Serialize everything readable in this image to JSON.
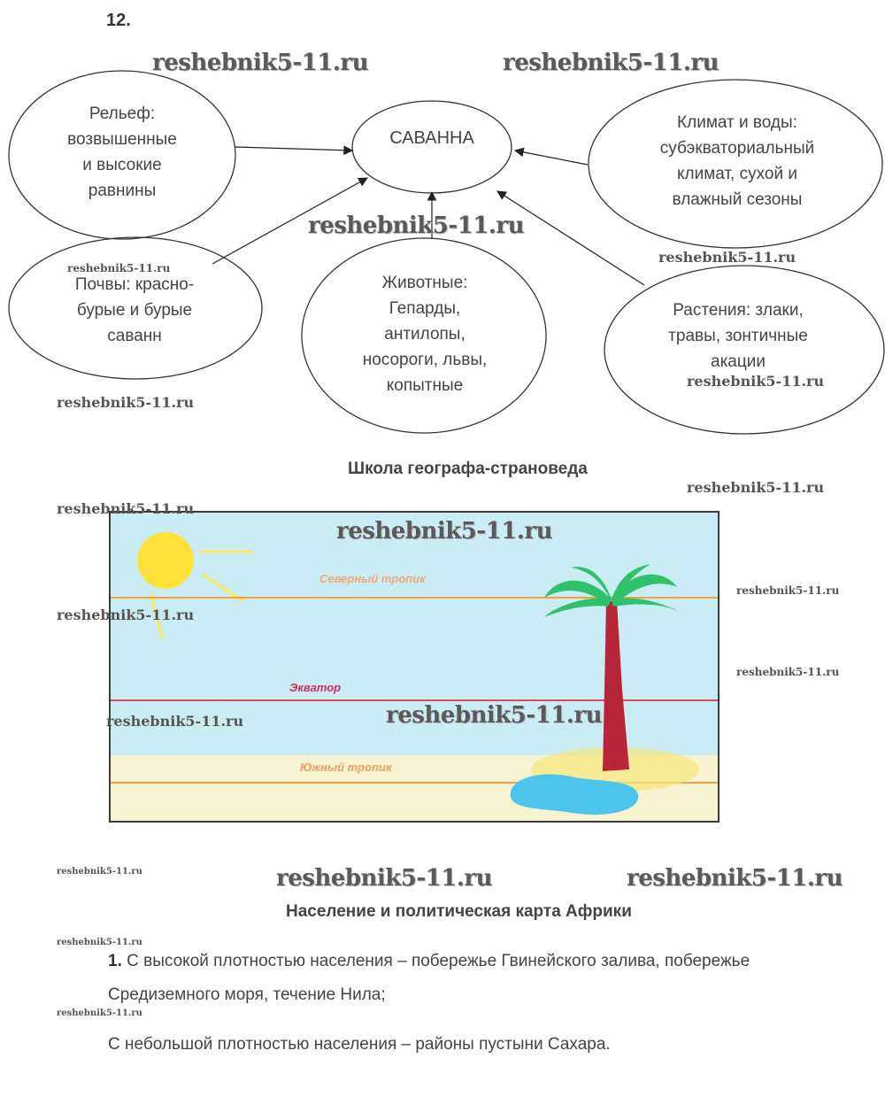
{
  "task_number": "12.",
  "diagram": {
    "center": "САВАННА",
    "relief": [
      "Рельеф:",
      "возвышенные",
      "и высокие",
      "равнины"
    ],
    "climate": [
      "Климат и воды:",
      "субэкваториальный",
      "климат, сухой и",
      "влажный сезоны"
    ],
    "soils": [
      "Почвы: красно-",
      "бурые и бурые",
      "саванн"
    ],
    "animals": [
      "Животные:",
      "Гепарды,",
      "антилопы,",
      "носороги, львы,",
      "копытные"
    ],
    "plants": [
      "Растения: злаки,",
      "травы, зонтичные",
      "акации"
    ]
  },
  "watermark": "reshebnik5-11.ru",
  "section1_title": "Школа географа-страноведа",
  "picture": {
    "north_tropic": "Северный тропик",
    "equator": "Экватор",
    "south_tropic": "Южный тропик"
  },
  "section2_title": "Население и политическая карта Африки",
  "answer": {
    "number": "1.",
    "line1": " С высокой плотностью населения – побережье Гвинейского залива, побережье",
    "line2": "Средиземного моря, течение Нила;",
    "line3": "С небольшой плотностью населения – районы пустыни Сахара."
  },
  "colors": {
    "sky": "#c9ecf5",
    "sand": "#f7f2cf",
    "sun": "#ffe23a",
    "palm_leaves": "#2fc26a",
    "palm_trunk": "#b8243a",
    "water": "#4cc4ee",
    "tropic_line": "#f2a040",
    "equator_line": "#e04a5a",
    "north_label": "#f0a878",
    "equator_label": "#d0305a",
    "south_label": "#f0a060"
  }
}
